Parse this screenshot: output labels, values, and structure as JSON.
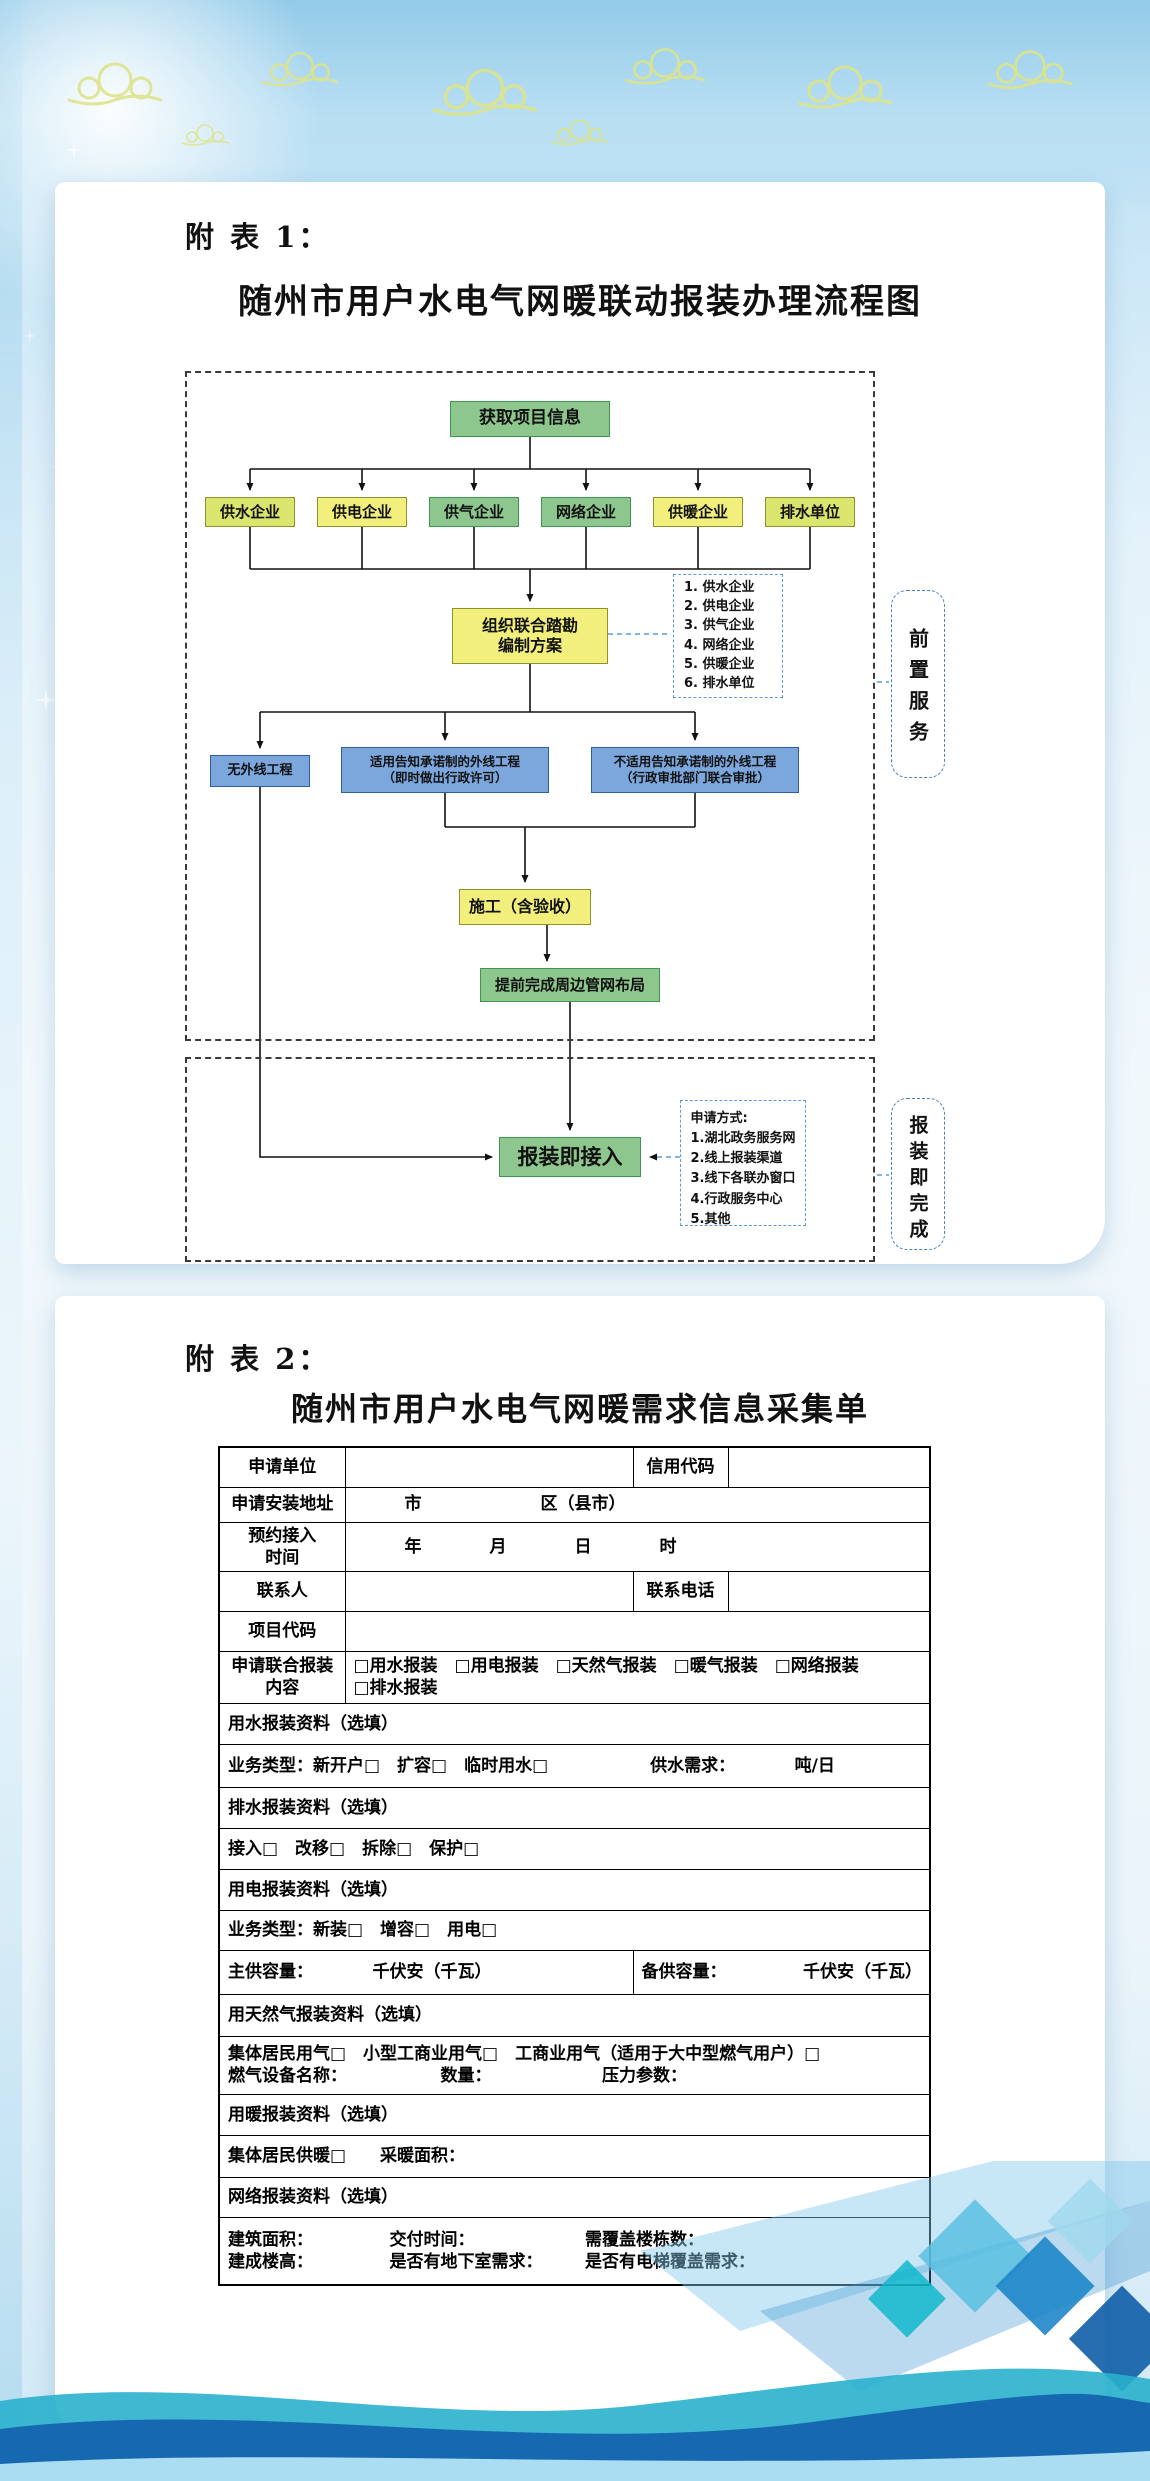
{
  "page": {
    "section1": {
      "attachment_label": "附 表 1：",
      "title": "随州市用户水电气网暖联动报装办理流程图"
    },
    "section2": {
      "attachment_label": "附 表 2：",
      "title": "随州市用户水电气网暖需求信息采集单"
    }
  },
  "colors": {
    "flow_green": "#8ec78e",
    "flow_yellow": "#f2ef7d",
    "flow_lime": "#d9e56d",
    "flow_blue": "#7ba7dc",
    "dashed_blue": "#5b9bd5",
    "table_border": "#000000",
    "wave_deep_blue": "#1668b0",
    "wave_teal": "#2ab0cd",
    "sky_blue": "#b7ddf2"
  },
  "flowchart": {
    "nodes": {
      "start": {
        "label": "获取项目信息"
      },
      "companies": [
        {
          "label": "供水企业"
        },
        {
          "label": "供电企业"
        },
        {
          "label": "供气企业"
        },
        {
          "label": "网络企业"
        },
        {
          "label": "供暖企业"
        },
        {
          "label": "排水单位"
        }
      ],
      "survey": {
        "label": "组织联合踏勘\n编制方案"
      },
      "list_box": {
        "items": [
          "1. 供水企业",
          "2. 供电企业",
          "3. 供气企业",
          "4. 网络企业",
          "5. 供暖企业",
          "6. 排水单位"
        ]
      },
      "no_external": {
        "label": "无外线工程"
      },
      "promise": {
        "label": "适用告知承诺制的外线工程\n（即时做出行政许可）"
      },
      "no_promise": {
        "label": "不适用告知承诺制的外线工程\n（行政审批部门联合审批）"
      },
      "construction": {
        "label": "施工（含验收）"
      },
      "pipe_layout": {
        "label": "提前完成周边管网布局"
      },
      "connect": {
        "label": "报装即接入"
      },
      "apply_methods": {
        "lines": "申请方式:\n1.湖北政务服务网\n2.线上报装渠道\n3.线下各联办窗口\n4.行政服务中心\n5.其他"
      }
    },
    "side_labels": {
      "pre_service": "前置服务",
      "completed": "报装即完成"
    }
  },
  "form": {
    "rows": [
      {
        "c1": "申请单位",
        "c2": "",
        "c3": "信用代码",
        "c4": ""
      },
      {
        "c1": "申请安装地址",
        "c2": "　　　市　　　　　　　区（县市）"
      },
      {
        "c1": "预约接入\n时间",
        "c2": "　　　年　　　　月　　　　日　　　　时"
      },
      {
        "c1": "联系人",
        "c2": "",
        "c3": "联系电话",
        "c4": ""
      },
      {
        "c1": "项目代码",
        "c2": ""
      },
      {
        "c1": "申请联合报装\n内容",
        "c2": "□用水报装　□用电报装　□天然气报装　□暖气报装　□网络报装\n□排水报装"
      },
      {
        "c1": "用水报装资料（选填）"
      },
      {
        "c1": "业务类型：新开户□　扩容□　临时用水□　　　　　　供水需求：　　　　吨/日"
      },
      {
        "c1": "排水报装资料（选填）"
      },
      {
        "c1": "接入□　改移□　拆除□　保护□"
      },
      {
        "c1": "用电报装资料（选填）"
      },
      {
        "c1": "业务类型：新装□　增容□　用电□"
      },
      {
        "c1": "主供容量：　　　　千伏安（千瓦）",
        "c2": "备供容量：　　　　　千伏安（千瓦）"
      },
      {
        "c1": "用天然气报装资料（选填）"
      },
      {
        "c1": "集体居民用气□　小型工商业用气□　工商业用气（适用于大中型燃气用户）□\n燃气设备名称：　　　　　　数量：　　　　　　　压力参数："
      },
      {
        "c1": "用暖报装资料（选填）"
      },
      {
        "c1": "集体居民供暖□　　采暖面积："
      },
      {
        "c1": "网络报装资料（选填）"
      },
      {
        "c1": "建筑面积：　　　　　交付时间：　　　　　　　需覆盖楼栋数：\n建成楼高：　　　　　是否有地下室需求：　　　是否有电梯覆盖需求："
      }
    ]
  }
}
